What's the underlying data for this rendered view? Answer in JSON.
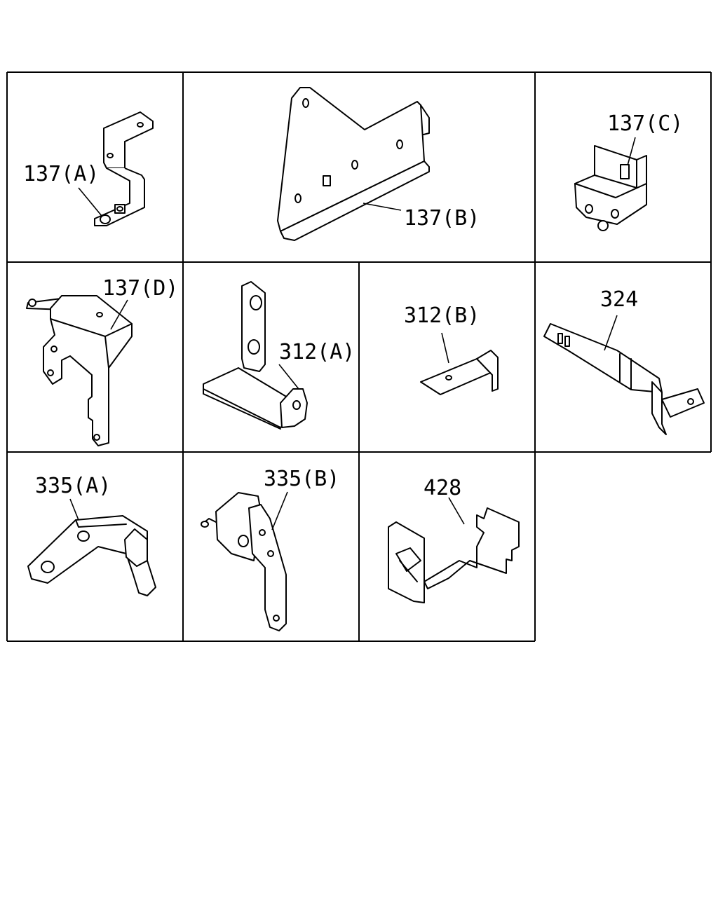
{
  "parts": [
    {
      "id": "137a",
      "label": "137(A)"
    },
    {
      "id": "137b",
      "label": "137(B)"
    },
    {
      "id": "137c",
      "label": "137(C)"
    },
    {
      "id": "137d",
      "label": "137(D)"
    },
    {
      "id": "312a",
      "label": "312(A)"
    },
    {
      "id": "312b",
      "label": "312(B)"
    },
    {
      "id": "324",
      "label": "324"
    },
    {
      "id": "335a",
      "label": "335(A)"
    },
    {
      "id": "335b",
      "label": "335(B)"
    },
    {
      "id": "428",
      "label": "428"
    }
  ]
}
